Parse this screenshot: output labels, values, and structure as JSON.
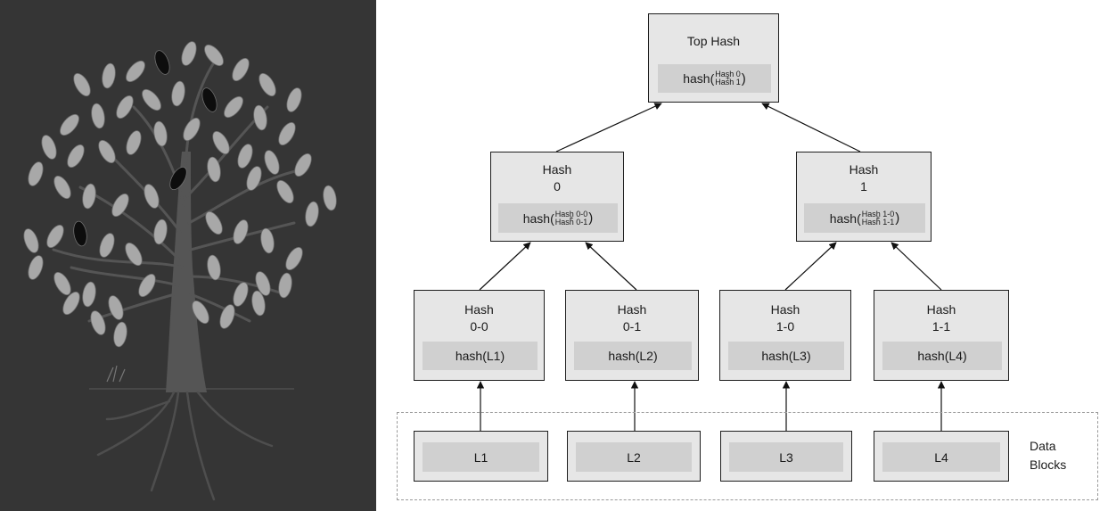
{
  "diagram": {
    "top": {
      "title": [
        "Top Hash"
      ],
      "formula": {
        "prefix": "hash(",
        "top": "Hash 0",
        "plus": "+",
        "bottom": "Hash 1",
        "suffix": ")"
      }
    },
    "level1": [
      {
        "title": [
          "Hash",
          "0"
        ],
        "formula": {
          "prefix": "hash(",
          "top": "Hash 0-0",
          "plus": "+",
          "bottom": "Hash 0-1",
          "suffix": ")"
        }
      },
      {
        "title": [
          "Hash",
          "1"
        ],
        "formula": {
          "prefix": "hash(",
          "top": "Hash 1-0",
          "plus": "+",
          "bottom": "Hash 1-1",
          "suffix": ")"
        }
      }
    ],
    "level2": [
      {
        "title": [
          "Hash",
          "0-0"
        ],
        "formula": "hash(L1)"
      },
      {
        "title": [
          "Hash",
          "0-1"
        ],
        "formula": "hash(L2)"
      },
      {
        "title": [
          "Hash",
          "1-0"
        ],
        "formula": "hash(L3)"
      },
      {
        "title": [
          "Hash",
          "1-1"
        ],
        "formula": "hash(L4)"
      }
    ],
    "data_blocks": {
      "label_line1": "Data",
      "label_line2": "Blocks",
      "items": [
        "L1",
        "L2",
        "L3",
        "L4"
      ]
    }
  },
  "colors": {
    "left_panel_bg": "#353535",
    "node_fill": "#e6e6e6",
    "node_inner_fill": "#d0d0d0",
    "node_border": "#1e1e1e",
    "tree_leaf": "#a8a8a8",
    "tree_leaf_dark": "#0d0d0d",
    "tree_trunk": "#555555"
  },
  "illustration": {
    "icon": "merkle-tree-illustration"
  }
}
